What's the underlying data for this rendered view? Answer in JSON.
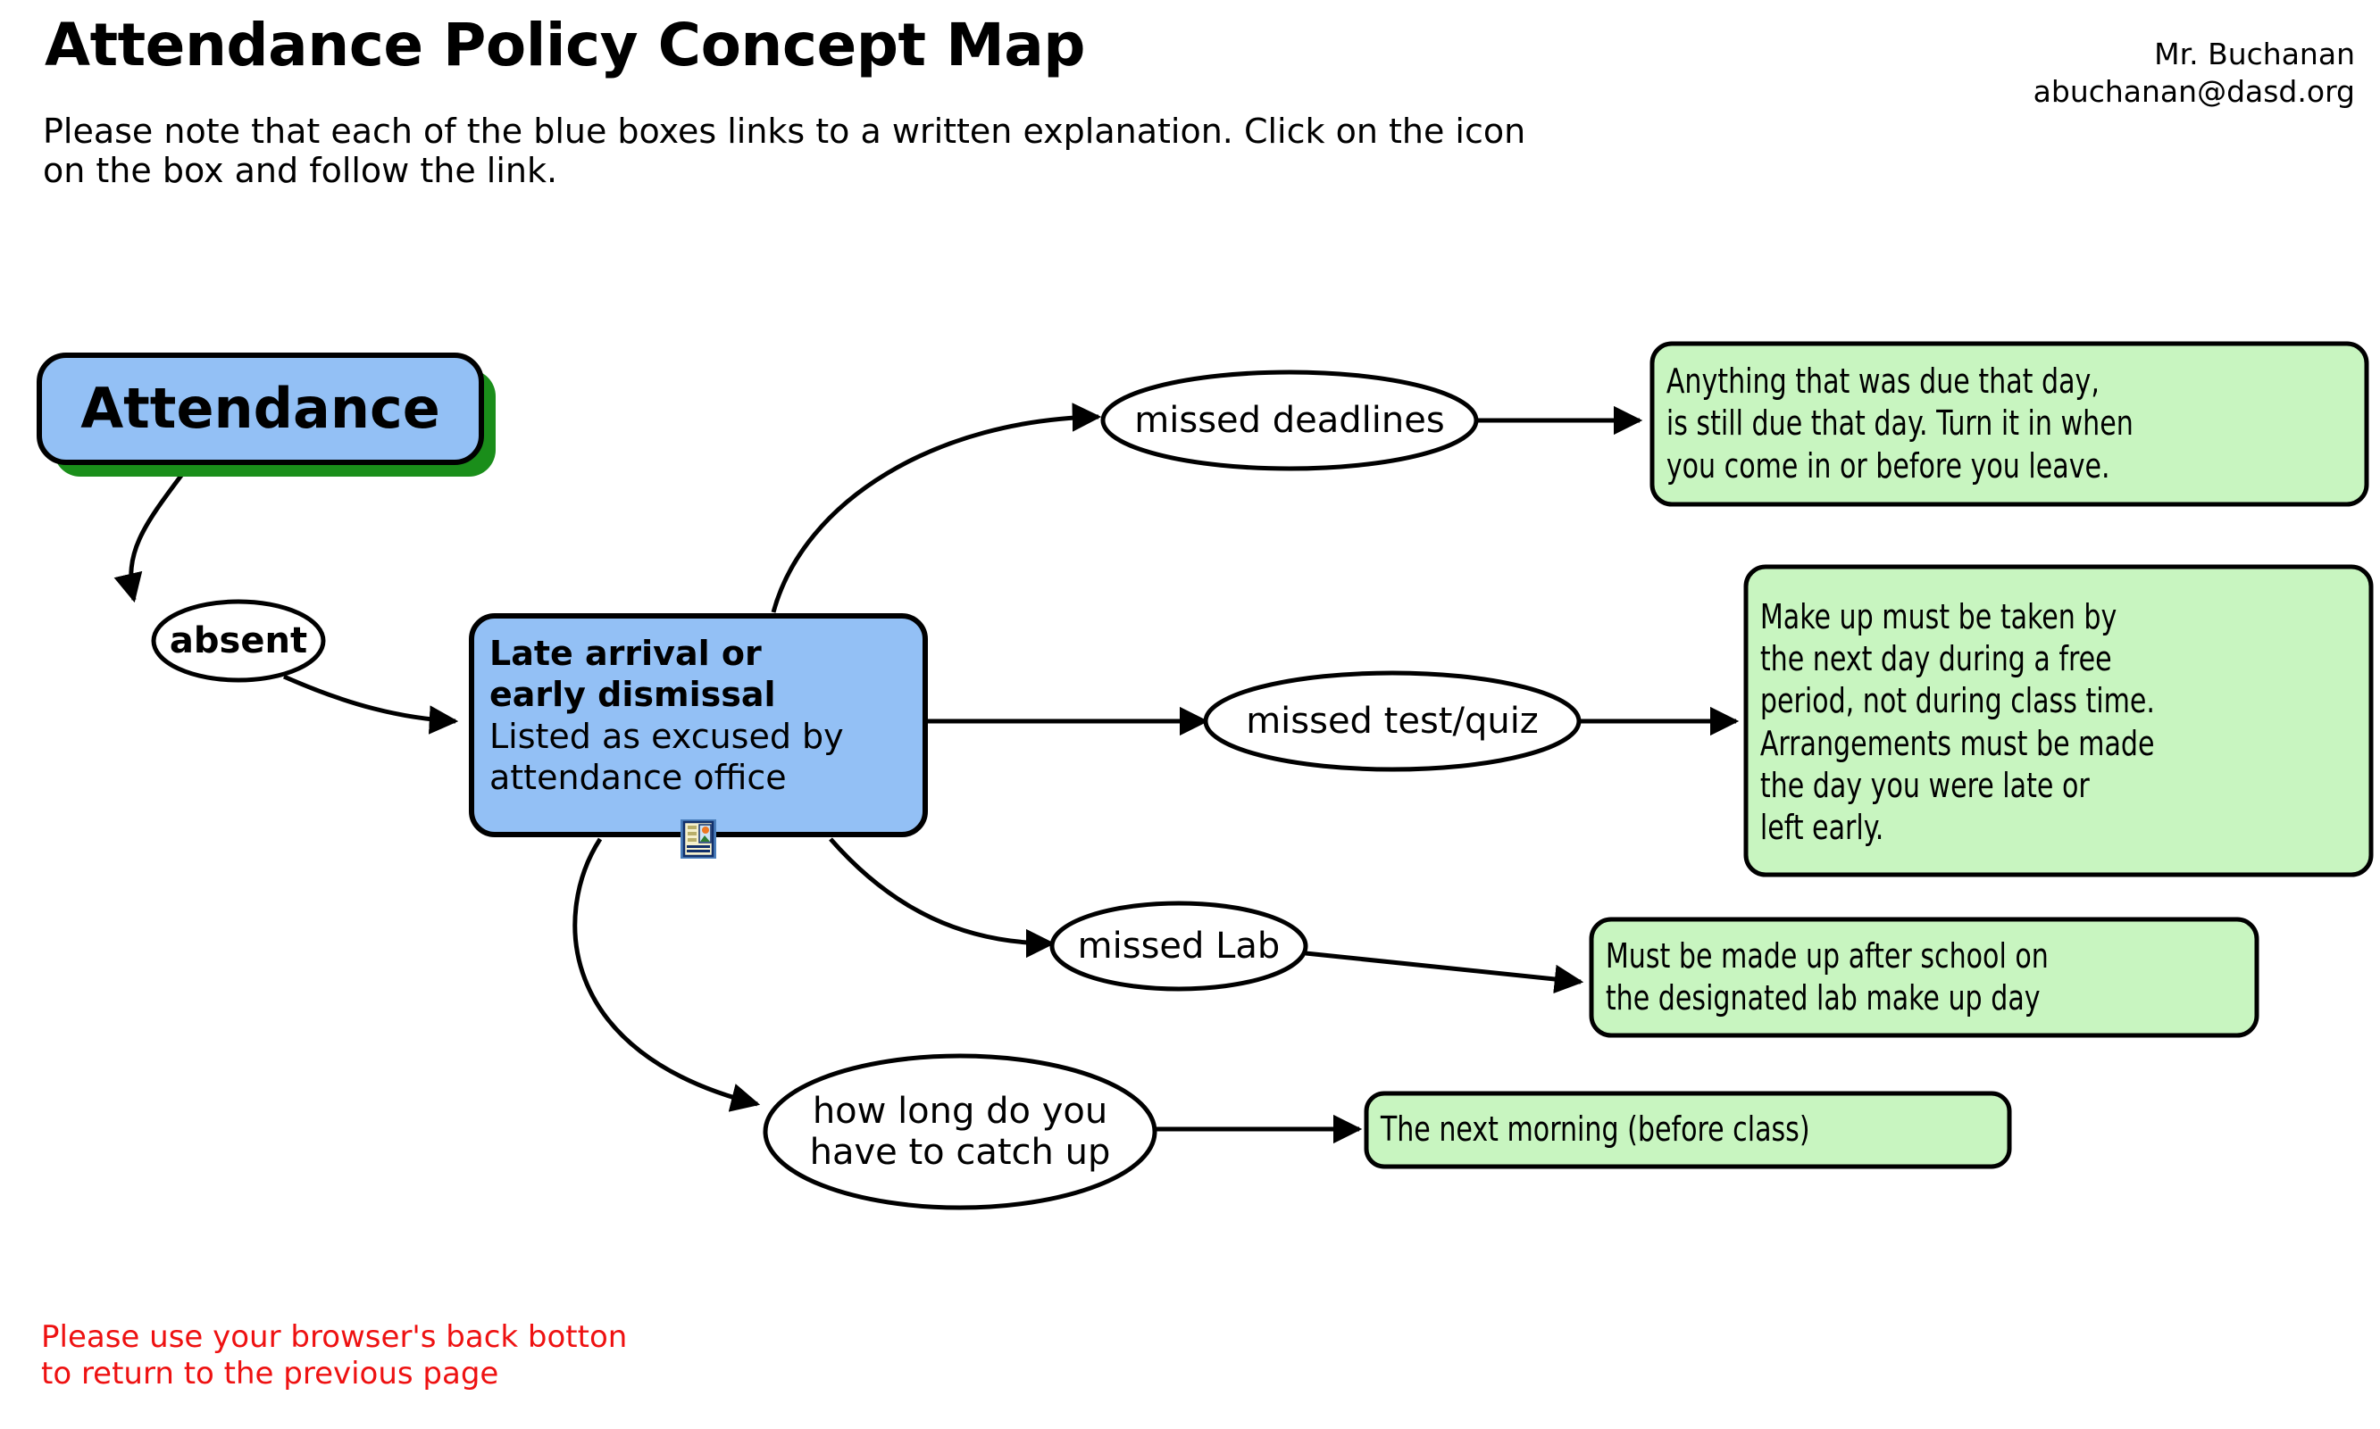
{
  "header": {
    "title": "Attendance Policy Concept Map",
    "instructions_line1": "Please note that each of the blue boxes links to a written explanation. Click on the icon",
    "instructions_line2": "on the box and follow the link.",
    "contact_name": "Mr. Buchanan",
    "contact_email": "abuchanan@dasd.org"
  },
  "footer": {
    "line1": "Please use your browser's back botton",
    "line2": "to return to the previous page"
  },
  "colors": {
    "blue_fill": "#93C0F5",
    "blue_stroke": "#000000",
    "green_shadow": "#1A8E1A",
    "green_fill": "#C8F5C0",
    "green_stroke": "#000000",
    "red_text": "#EE1111",
    "edge": "#000000"
  },
  "nodes": {
    "attendance": {
      "label": "Attendance",
      "shape": "rounded-rect",
      "fill": "blue",
      "has_shadow": true
    },
    "absent": {
      "label": "absent",
      "shape": "ellipse",
      "bold": true
    },
    "late_arrival": {
      "title": "Late arrival or",
      "title2": "early dismissal",
      "body1": "Listed as excused by",
      "body2": "attendance office",
      "shape": "rounded-rect",
      "fill": "blue",
      "icon": "document-image-icon"
    },
    "missed_deadlines": {
      "label": "missed deadlines",
      "shape": "ellipse"
    },
    "missed_test_quiz": {
      "label": "missed test/quiz",
      "shape": "ellipse"
    },
    "missed_lab": {
      "label": "missed Lab",
      "shape": "ellipse"
    },
    "how_long": {
      "line1": "how long do you",
      "line2": "have to catch up",
      "shape": "ellipse"
    }
  },
  "answers": {
    "deadlines": {
      "line1": "Anything that was due that day,",
      "line2": "is still due that day. Turn it in when",
      "line3": "you come in or before you leave."
    },
    "test_quiz": {
      "line1": "Make up must be taken by",
      "line2": "the next day during a free",
      "line3": "period, not during class time.",
      "line4": "Arrangements must be made",
      "line5": "the day you were late or",
      "line6": "left early."
    },
    "lab": {
      "line1": "Must be made up after school on",
      "line2": "the designated lab make up day"
    },
    "catch_up": {
      "line1": "The next morning (before class)"
    }
  },
  "edges": [
    {
      "from": "attendance",
      "to": "absent"
    },
    {
      "from": "absent",
      "to": "late_arrival"
    },
    {
      "from": "late_arrival",
      "to": "missed_deadlines"
    },
    {
      "from": "late_arrival",
      "to": "missed_test_quiz"
    },
    {
      "from": "late_arrival",
      "to": "missed_lab"
    },
    {
      "from": "late_arrival",
      "to": "how_long"
    },
    {
      "from": "missed_deadlines",
      "to": "answer_deadlines"
    },
    {
      "from": "missed_test_quiz",
      "to": "answer_test_quiz"
    },
    {
      "from": "missed_lab",
      "to": "answer_lab"
    },
    {
      "from": "how_long",
      "to": "answer_catch_up"
    }
  ]
}
